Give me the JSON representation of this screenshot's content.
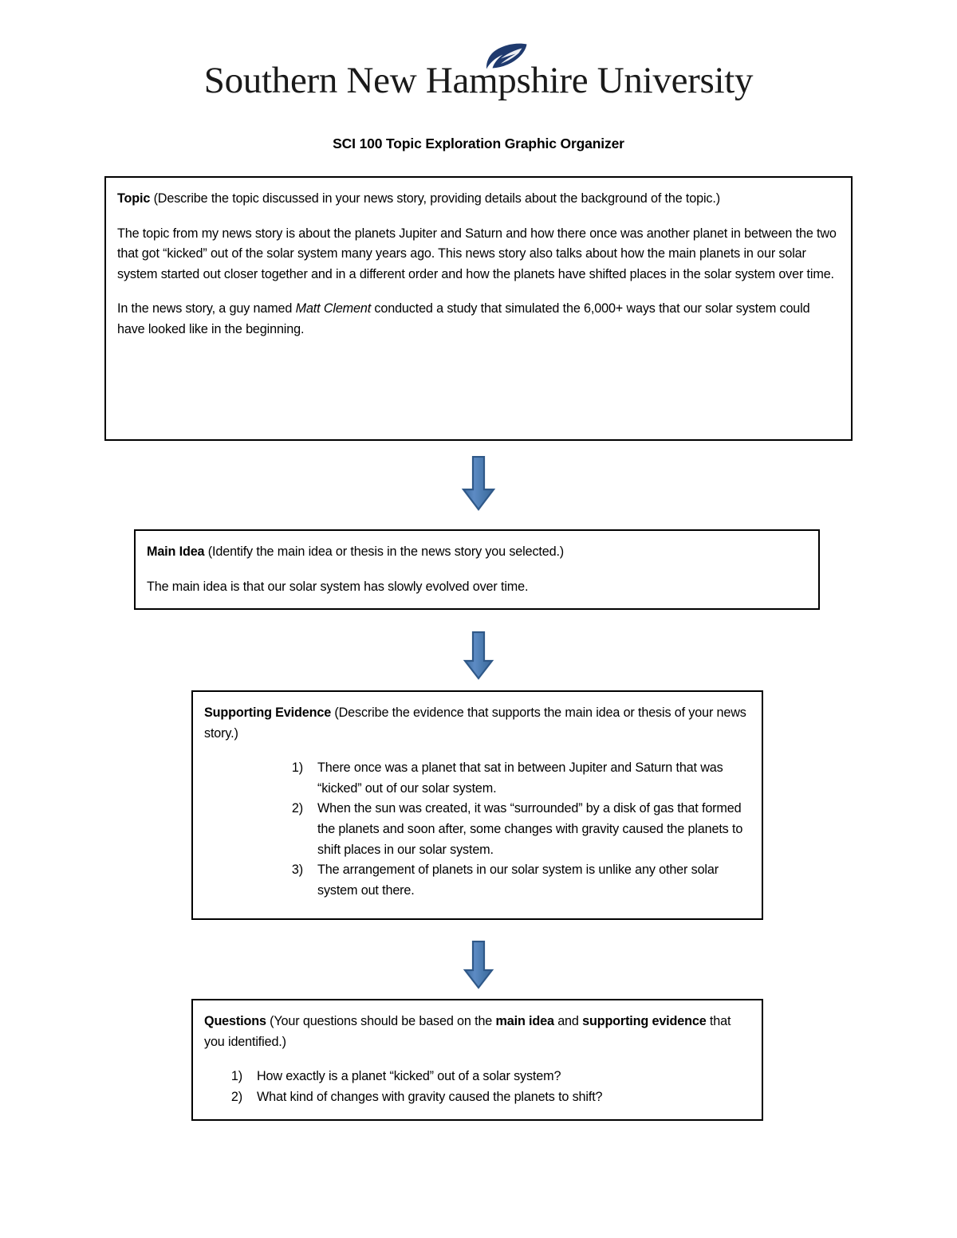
{
  "header": {
    "university_name": "Southern New Hampshire University",
    "logo_icon": "feather-icon",
    "document_title": "SCI 100 Topic Exploration Graphic Organizer"
  },
  "colors": {
    "feather_navy": "#1f3a6e",
    "arrow_fill": "#4a7ab5",
    "arrow_fill_light": "#5f8cc4",
    "arrow_border": "#2f5888",
    "box_border": "#000000",
    "text": "#000000"
  },
  "sections": {
    "topic": {
      "heading_bold": "Topic",
      "heading_rest": " (Describe the topic discussed in your news story, providing details about the background of the topic.)",
      "paragraph_1": "The topic from my news story is about the planets Jupiter and Saturn and how there once was another planet in between the two that got “kicked” out of the solar system many years ago. This news story also talks about how the main planets in our solar system started out closer together and in a different order and how the planets have shifted places in the solar system over time.",
      "paragraph_2_pre": "In the news story, a guy named ",
      "paragraph_2_italic": "Matt Clement",
      "paragraph_2_post": " conducted a study that simulated the 6,000+ ways that our solar system could have looked like in the beginning."
    },
    "main_idea": {
      "heading_bold": "Main Idea",
      "heading_rest": " (Identify the main idea or thesis in the news story you selected.)",
      "body": "The main idea is that our solar system has slowly evolved over time."
    },
    "supporting_evidence": {
      "heading_bold": "Supporting Evidence",
      "heading_rest": " (Describe the evidence that supports the main idea or thesis of your news story.)",
      "items": [
        {
          "num": "1)",
          "text": "There once was a planet that sat in between Jupiter and Saturn that was “kicked” out of our solar system."
        },
        {
          "num": "2)",
          "text": "When the sun was created, it was “surrounded” by a disk of gas that formed the planets and soon after, some changes with gravity caused the planets to shift places in our solar system."
        },
        {
          "num": "3)",
          "text": "The arrangement of planets in our solar system is unlike any other solar system out there."
        }
      ]
    },
    "questions": {
      "heading_bold": "Questions",
      "heading_part_1": " (Your questions should be based on the ",
      "heading_bold_2": "main idea",
      "heading_part_2": " and ",
      "heading_bold_3": "supporting evidence",
      "heading_part_3": " that you identified.)",
      "items": [
        {
          "num": "1)",
          "text": "How exactly is a planet “kicked” out of a solar system?"
        },
        {
          "num": "2)",
          "text": "What kind of changes with gravity caused the planets to shift?"
        }
      ]
    }
  },
  "connectors": [
    {
      "name": "arrow-topic-to-main-idea",
      "direction": "down"
    },
    {
      "name": "arrow-main-idea-to-evidence",
      "direction": "down"
    },
    {
      "name": "arrow-evidence-to-questions",
      "direction": "down"
    }
  ]
}
